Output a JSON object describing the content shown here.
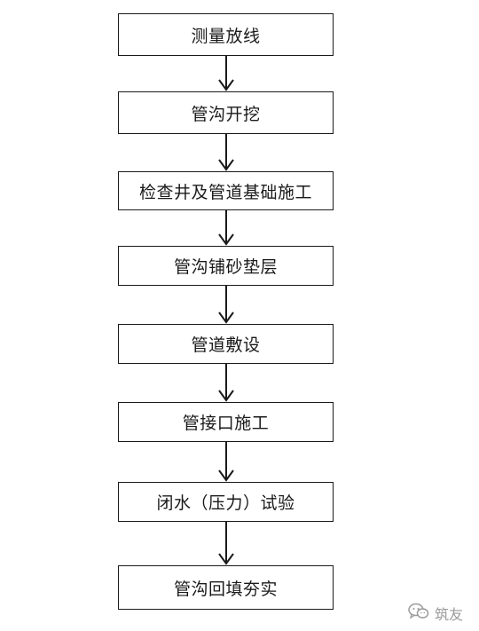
{
  "flowchart": {
    "steps": [
      "测量放线",
      "管沟开挖",
      "检查井及管道基础施工",
      "管沟铺砂垫层",
      "管道敷设",
      "管接口施工",
      "闭水（压力）试验",
      "管沟回填夯实"
    ]
  },
  "watermark": {
    "text": "筑友",
    "icon": "wechat-logo-icon"
  }
}
